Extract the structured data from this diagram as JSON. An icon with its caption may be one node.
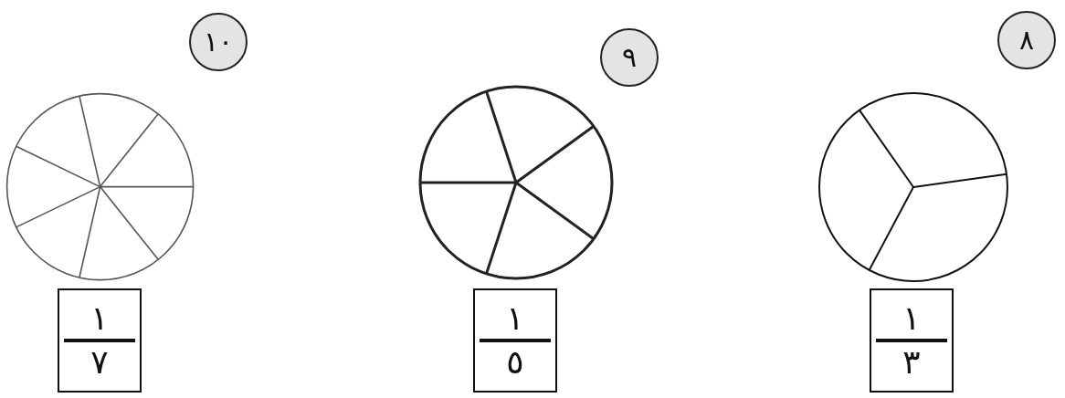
{
  "diagram": {
    "nodes": [
      {
        "text": [
          "١٠"
        ]
      },
      {
        "text": [
          "٩"
        ]
      },
      {
        "text": [
          "٨"
        ]
      },
      {
        "text": [],
        "shape": "circle"
      },
      {
        "text": [],
        "shape": "circle"
      },
      {
        "text": [],
        "shape": "circle"
      },
      {
        "text": [
          "١",
          "٧"
        ]
      },
      {
        "text": [
          "١",
          "٥"
        ]
      },
      {
        "text": [
          "١",
          "٣"
        ]
      }
    ]
  }
}
